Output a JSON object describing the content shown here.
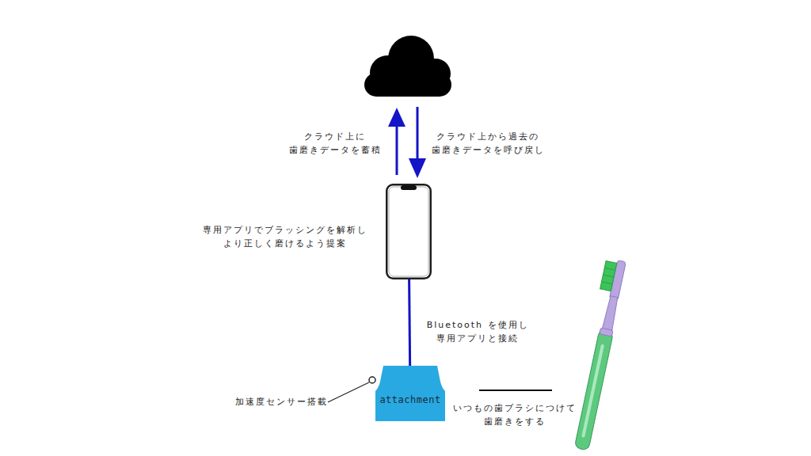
{
  "diagram": {
    "nodes": [
      {
        "text": [
          "専用アプリでブラッシングを解析し より正しく磨けるよう提案"
        ]
      },
      {
        "text": [
          "attachment"
        ]
      }
    ],
    "edges": [
      {
        "from": 0,
        "to": 1,
        "arrow": "none",
        "label": "Bluetooth を使用し 専用アプリと接続"
      }
    ],
    "labels": [
      "クラウド上に 歯磨きデータを蓄積",
      "クラウド上から過去の 歯磨きデータを呼び戻し",
      "加速度センサー搭載",
      "いつもの歯ブラシにつけて 歯磨きをする"
    ]
  }
}
